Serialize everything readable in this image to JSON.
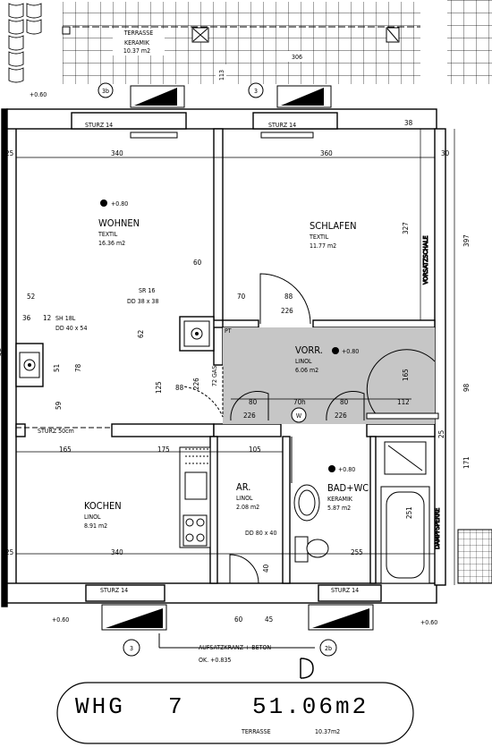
{
  "terrace_top": {
    "name": "TERRASSE",
    "floor": "KERAMIK",
    "area": "10.37 m2"
  },
  "rooms": {
    "wohnen": {
      "name": "WOHNEN",
      "floor": "TEXTIL",
      "area": "16.36 m2",
      "level": "+0.80"
    },
    "schlafen": {
      "name": "SCHLAFEN",
      "floor": "TEXTIL",
      "area": "11.77 m2"
    },
    "vorr": {
      "name": "VORR.",
      "floor": "LINOL",
      "area": "6.06 m2",
      "level": "+0.80"
    },
    "kochen": {
      "name": "KOCHEN",
      "floor": "LINOL",
      "area": "8.91 m2"
    },
    "ar": {
      "name": "AR.",
      "floor": "LINOL",
      "area": "2.08 m2"
    },
    "bad": {
      "name": "BAD+WC",
      "floor": "KERAMIK",
      "area": "5.87 m2",
      "level": "+0.80"
    }
  },
  "annotations": {
    "sturz": "STURZ 14",
    "sturz_50": "STURZ 50cm",
    "vorsatzschale": "VORSATZSCHALE",
    "dampfsperre": "DAMPFSPERRE",
    "duct1_a": "SR 16",
    "duct1_b": "DD 38 x 38",
    "duct2_a": "SH 18L",
    "duct2_b": "DD 40 x 54",
    "duct3": "DD 80 x 40",
    "level_060": "+0.60",
    "aufsatz": "AUFSATZKRANZ + BETON",
    "ok": "OK. +0.835",
    "pt": "PT",
    "w": "W",
    "gas": "72 GAS",
    "circle_3": "3",
    "circle_2b": "2b",
    "circle_3b": "3b"
  },
  "dimensions": {
    "d340a": "340",
    "d360": "360",
    "d30": "30",
    "d25": "25",
    "d38": "38",
    "d52": "52",
    "d36": "36",
    "d12": "12",
    "d60": "60",
    "d70": "70",
    "d88": "88",
    "d226": "226",
    "d327": "327",
    "d397": "397",
    "d165": "165",
    "d175": "175",
    "d105": "105",
    "d112": "112",
    "d98": "98",
    "d171": "171",
    "d251": "251",
    "d255": "255",
    "d125": "125",
    "d62": "62",
    "d78": "78",
    "d59": "59",
    "d51": "51",
    "d80": "80",
    "d70h": "70h",
    "d45": "45",
    "d40": "40",
    "d306": "306",
    "d113": "113",
    "d340b": "340"
  },
  "footer": {
    "label": "WHG",
    "number": "7",
    "area": "51.06m2",
    "terrace_label": "TERRASSE",
    "terrace_area": "10.37m2"
  }
}
